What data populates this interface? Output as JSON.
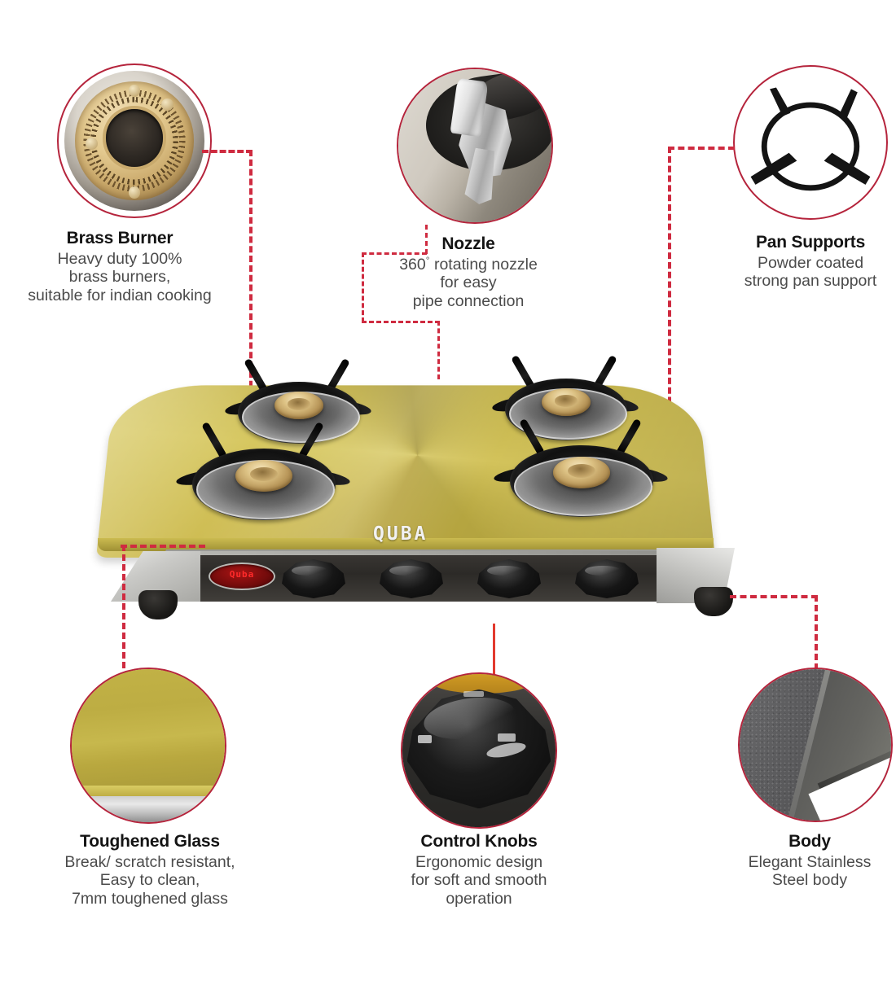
{
  "product": {
    "brand_top_logo": "QUBA",
    "brand_badge": "Quba",
    "type": "4-burner glass top gas stove"
  },
  "features": [
    {
      "id": "brass-burner",
      "title": "Brass Burner",
      "lines": [
        "Heavy duty 100%",
        "brass burners,",
        "suitable for  indian cooking"
      ],
      "icon": "brass-burner-photo"
    },
    {
      "id": "nozzle",
      "title": "Nozzle",
      "lines": [
        "360° rotating nozzle",
        "for easy",
        "pipe connection"
      ],
      "degree_value": "360",
      "icon": "nozzle-photo"
    },
    {
      "id": "pan-supports",
      "title": "Pan Supports",
      "lines": [
        "Powder coated",
        "strong pan support"
      ],
      "icon": "pan-support-photo"
    },
    {
      "id": "toughened-glass",
      "title": "Toughened Glass",
      "lines": [
        "Break/ scratch resistant,",
        "Easy to clean,",
        "7mm toughened glass"
      ],
      "icon": "toughened-glass-photo"
    },
    {
      "id": "control-knobs",
      "title": "Control Knobs",
      "lines": [
        "Ergonomic design",
        "for soft and smooth",
        "operation"
      ],
      "icon": "control-knob-photo"
    },
    {
      "id": "body",
      "title": "Body",
      "lines": [
        "Elegant Stainless",
        "Steel body"
      ],
      "icon": "stainless-body-photo"
    }
  ],
  "colors": {
    "callout_border": "#b5243c",
    "connector_line": "#cf2b40",
    "title_text": "#141414",
    "body_text": "#4b4b4b",
    "glass_gold": "#c3b24b",
    "background": "#ffffff"
  }
}
